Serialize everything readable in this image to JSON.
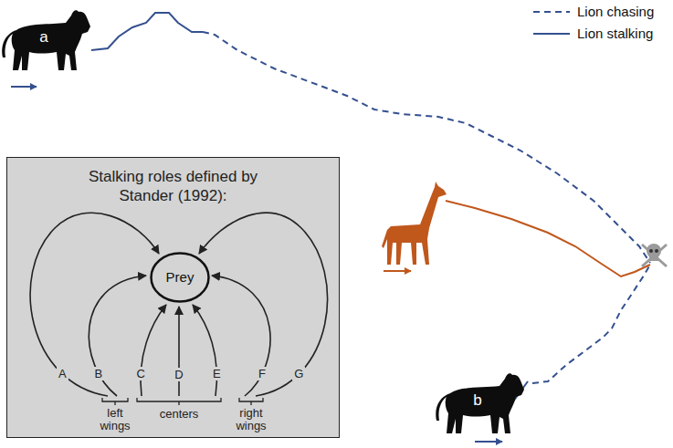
{
  "diagram": {
    "nodes": [
      {
        "text": [
          "a"
        ]
      },
      {
        "text": [
          "Stalking roles defined by Stander (1992):"
        ]
      },
      {
        "text": [
          "Prey"
        ],
        "in": 1
      },
      {
        "text": [
          "b"
        ]
      }
    ],
    "labels": [
      "A",
      "B",
      "C",
      "D",
      "E",
      "F",
      "G",
      "left wings",
      "centers",
      "right wings"
    ],
    "legend": [
      {
        "text": "Lion chasing"
      },
      {
        "text": "Lion stalking"
      }
    ]
  }
}
